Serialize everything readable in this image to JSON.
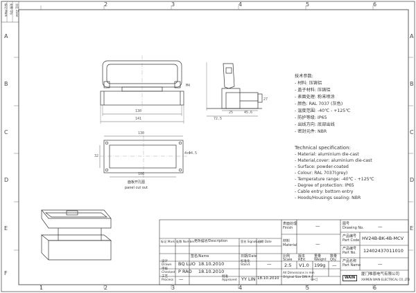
{
  "grid": {
    "cols": [
      "1",
      "2",
      "3",
      "4",
      "5",
      "6"
    ],
    "rows": [
      "A",
      "B",
      "C",
      "D",
      "E",
      "F"
    ]
  },
  "corner_labels": [
    "标记 Mark",
    "处数 Qty",
    "分区 Zone"
  ],
  "tech_params": {
    "cn_heading": "技术参数:",
    "cn_items": [
      "- 材料: 压铸铝",
      "- 盖子材料: 压铸铝",
      "- 表面处理: 粉末喷涂",
      "- 颜色: RAL 7037 (灰色)",
      "- 温度范围: -40℃ - +125℃",
      "- 防护等级: IP65",
      "- 出线方向: 底部出线",
      "- 密封元件: NBR"
    ],
    "en_heading": "Technical specification:",
    "en_items": [
      "- Material: aluminium die-cast",
      "- Material,cover: aluminium die-cast",
      "- Surface: powder-coated",
      "- Colour: RAL 7037(grey)",
      "- Temperature range: -40℃ - +125℃",
      "- Degree of protection: IP65",
      "- Cable entry: bottom entry",
      "- Hoods/Housings sealing: NBR"
    ]
  },
  "dimensions": {
    "front_130": "130",
    "front_141": "141",
    "side_72_5": "72.5",
    "side_25": "25",
    "side_45_6": "45.6",
    "side_27": "27",
    "cut_130": "130",
    "cut_108": "108",
    "cut_32": "32",
    "cut_hole": "4xΦ4.5",
    "front_note": "M4"
  },
  "cutout_caption": [
    "面板开孔图",
    "panel cut out"
  ],
  "title_block": {
    "drawing_no_label": [
      "图号",
      "Drawing No."
    ],
    "part_code_label": [
      "产品编号",
      "Part Code"
    ],
    "part_code": "HV24B-BK-4B-MCV",
    "item_no_label": [
      "产品编号",
      "Part No."
    ],
    "item_no": "12402437011010",
    "part_name_label": [
      "产品名称",
      "Part Name"
    ],
    "surface_label": [
      "表面处理",
      "Finish"
    ],
    "material_label": [
      "材料",
      "Material"
    ],
    "scale_label": [
      "比例",
      "Scale"
    ],
    "scale": "2:5",
    "rev_label": [
      "版本",
      "REV."
    ],
    "rev": "V1.0",
    "weight_label": [
      "重量",
      "Weight"
    ],
    "weight": "199g",
    "qty_label": [
      "数量",
      "Qty."
    ],
    "qty": "—",
    "dash": "—",
    "note": [
      "All Dimensions in mm",
      "Original Size DIN A 4"
    ],
    "company_cn": "厦门唯恩电气有限公司",
    "company_en": "XIAMEN WAIN ELECTRICAL CO.,LTD",
    "logo": "WAIN",
    "rev_header": [
      "标记 Mark",
      "处数 Number",
      "更改描述/Description",
      "签名 Signature",
      "日期 Date"
    ],
    "rows": [
      {
        "role": [
          "设计",
          "Drawn"
        ],
        "name": "BQ LUO",
        "date": "18.10.2010",
        "std": [
          "标准化",
          "Stand."
        ],
        "stdv": "—"
      },
      {
        "role": [
          "审核",
          "Checked"
        ],
        "name": "P RAO",
        "date": "18.10.2010",
        "std": [
          "",
          ""
        ],
        "stdv": ""
      },
      {
        "role": [
          "工艺",
          "Process"
        ],
        "name": "—",
        "date": "",
        "std": [
          "批准",
          "Approved"
        ],
        "stdv": "YY LIN",
        "stdd": "18.10.2010"
      }
    ],
    "name_date_hdr": [
      "签名/Name",
      "日期/Date"
    ]
  }
}
